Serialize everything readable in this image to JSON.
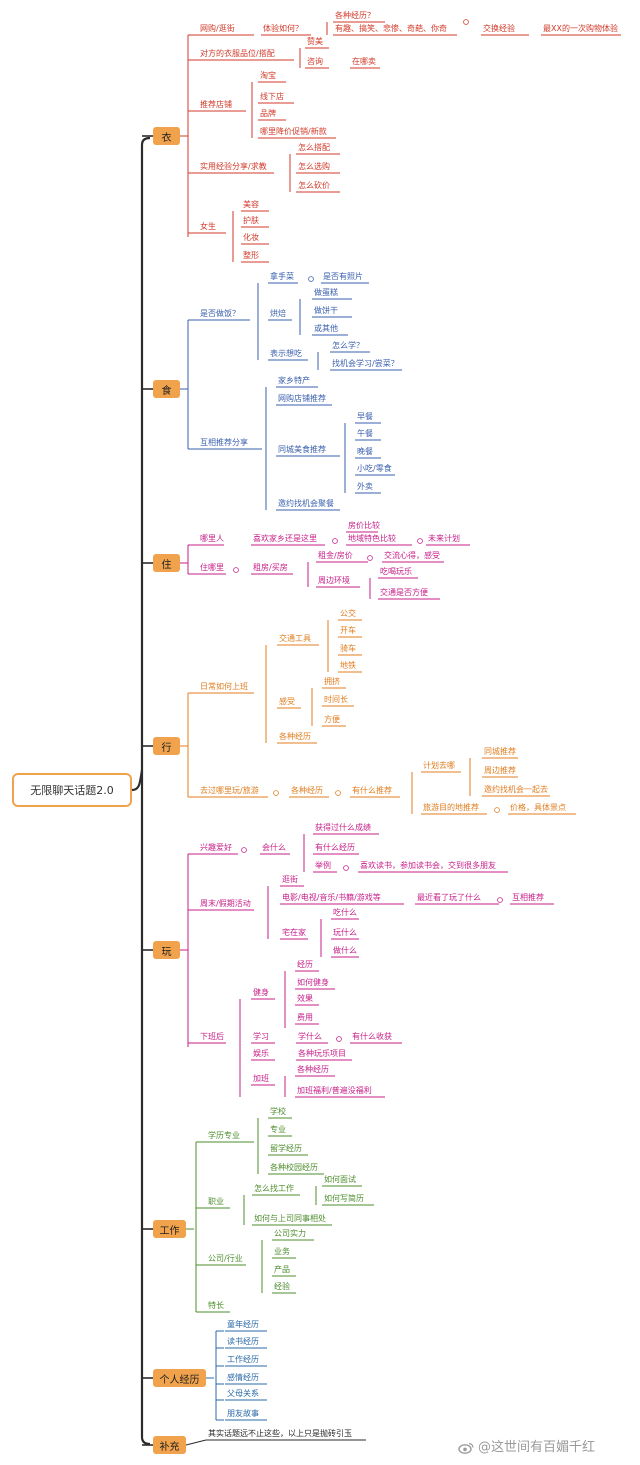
{
  "root": "无限聊天话题2.0",
  "colors": {
    "clothing": "#d23a2a",
    "food": "#3a5fae",
    "living": "#c71f8a",
    "travel": "#e07e1f",
    "play": "#c71f8a",
    "work": "#4c8c2b",
    "personal": "#2a6aa8",
    "misc": "#2a2a2a",
    "category_fill": "#f0a24c",
    "trunk": "#2b2b2b"
  },
  "categories": [
    {
      "label": "衣"
    },
    {
      "label": "食"
    },
    {
      "label": "住"
    },
    {
      "label": "行"
    },
    {
      "label": "玩"
    },
    {
      "label": "工作"
    },
    {
      "label": "个人经历"
    },
    {
      "label": "补充"
    }
  ],
  "nodes": [
    "网购/逛街",
    "体验如何？",
    "各种经历？",
    "有趣、搞笑、悲惨、奇葩、你奇",
    "交换经验",
    "最XX的一次购物体验",
    "对方的衣服品位/搭配",
    "赞美",
    "咨询",
    "在哪卖",
    "推荐店铺",
    "淘宝",
    "线下店",
    "品牌",
    "哪里降价促销/新款",
    "实用经验分享/求教",
    "怎么搭配",
    "怎么选购",
    "怎么砍价",
    "女生",
    "美容",
    "护肤",
    "化妆",
    "整形",
    "是否做饭？",
    "拿手菜",
    "是否有照片",
    "烘焙",
    "做蛋糕",
    "做饼干",
    "或其他",
    "表示想吃",
    "怎么学？",
    "找机会学习/尝菜？",
    "互相推荐分享",
    "家乡特产",
    "网购店铺推荐",
    "同城美食推荐",
    "早餐",
    "午餐",
    "晚餐",
    "小吃/零食",
    "外卖",
    "邀约找机会聚餐",
    "哪里人",
    "喜欢家乡还是这里",
    "房价比较",
    "地域特色比较",
    "未来计划",
    "住哪里",
    "租房/买房",
    "租金/房价",
    "交流心得，感受",
    "周边环境",
    "吃喝玩乐",
    "交通是否方便",
    "日常如何上班",
    "交通工具",
    "公交",
    "开车",
    "骑车",
    "地铁",
    "感受",
    "拥挤",
    "时间长",
    "方便",
    "各种经历",
    "去过哪里玩/旅游",
    "各种经历",
    "有什么推荐",
    "计划去哪",
    "同城推荐",
    "周边推荐",
    "邀约找机会一起去",
    "旅游目的地推荐",
    "价格，具体景点",
    "兴趣爱好",
    "会什么",
    "获得过什么成绩",
    "有什么经历",
    "举例",
    "喜欢读书，参加读书会，交到很多朋友",
    "周末/假期活动",
    "逛街",
    "电影/电视/音乐/书籍/游戏等",
    "最近看了玩了什么",
    "互相推荐",
    "宅在家",
    "吃什么",
    "玩什么",
    "做什么",
    "下班后",
    "健身",
    "经历",
    "如何健身",
    "效果",
    "费用",
    "学习",
    "学什么",
    "有什么收获",
    "娱乐",
    "各种玩乐项目",
    "加班",
    "各种经历",
    "加班福利/普遍没福利",
    "学历专业",
    "学校",
    "专业",
    "留学经历",
    "各种校园经历",
    "职业",
    "怎么找工作",
    "如何面试",
    "如何写简历",
    "如何与上司同事相处",
    "公司/行业",
    "公司实力",
    "业务",
    "产品",
    "经验",
    "特长",
    "童年经历",
    "读书经历",
    "工作经历",
    "感情经历",
    "父母关系",
    "朋友故事",
    "其实话题远不止这些，以上只是抛砖引玉"
  ],
  "watermark": "@这世间有百媚千红"
}
